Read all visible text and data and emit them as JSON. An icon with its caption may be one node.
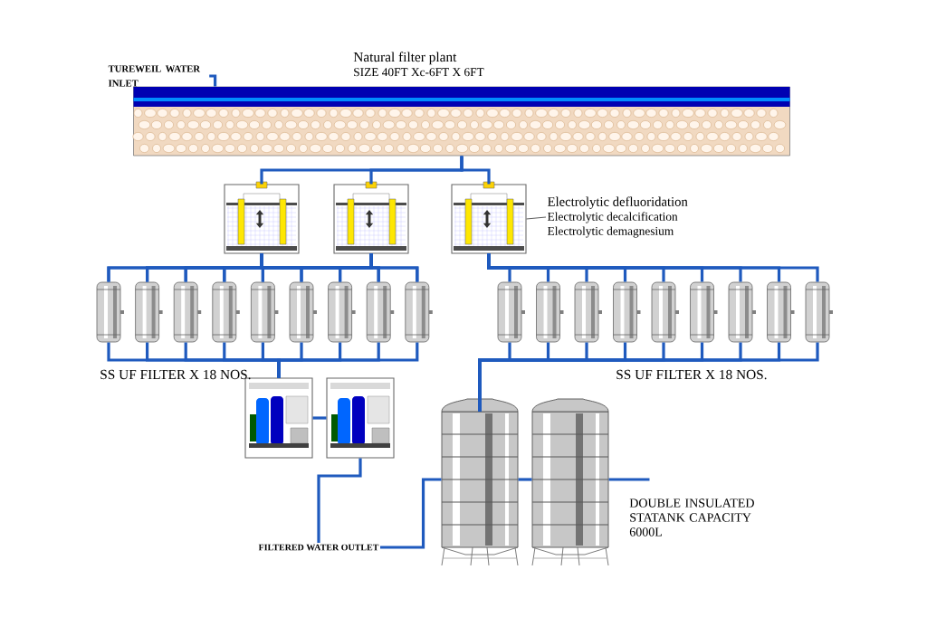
{
  "diagram": {
    "nodes": [
      {
        "text": [
          "TUREWEIL WATER INLET"
        ]
      },
      {
        "text": [
          "Natural filter plant",
          "SIZE 40FT Xc-6FT X 6FT"
        ]
      },
      {
        "text": [],
        "shape": "picture"
      },
      {
        "text": [],
        "shape": "picture"
      },
      {
        "text": [],
        "shape": "picture"
      },
      {
        "text": [
          "Electrolytic defluoridation",
          "Electrolytic decalcification",
          "Electrolytic demagnesium"
        ]
      },
      {
        "text": [],
        "shape": "cylinder"
      },
      {
        "text": [],
        "shape": "cylinder"
      },
      {
        "text": [],
        "shape": "cylinder"
      },
      {
        "text": [],
        "shape": "cylinder"
      },
      {
        "text": [],
        "shape": "cylinder"
      },
      {
        "text": [],
        "shape": "cylinder"
      },
      {
        "text": [],
        "shape": "cylinder"
      },
      {
        "text": [],
        "shape": "cylinder"
      },
      {
        "text": [],
        "shape": "cylinder"
      },
      {
        "text": [],
        "shape": "cylinder"
      },
      {
        "text": [],
        "shape": "cylinder"
      },
      {
        "text": [],
        "shape": "cylinder"
      },
      {
        "text": [],
        "shape": "cylinder"
      },
      {
        "text": [],
        "shape": "cylinder"
      },
      {
        "text": [],
        "shape": "cylinder"
      },
      {
        "text": [],
        "shape": "cylinder"
      },
      {
        "text": [],
        "shape": "cylinder"
      },
      {
        "text": [],
        "shape": "cylinder"
      },
      {
        "text": [],
        "shape": "picture"
      },
      {
        "text": [],
        "shape": "picture"
      },
      {
        "text": [],
        "shape": "cylinder"
      },
      {
        "text": [],
        "shape": "cylinder",
        "beside": [
          "DOUBLE INSULATED STATANK CAPACITY 6000L"
        ]
      },
      {
        "text": [
          "FILTERED WATER OUTLET"
        ]
      }
    ],
    "edges": [
      {
        "from": 0,
        "to": 1,
        "arrow": "none"
      },
      {
        "from": 1,
        "to": 2,
        "arrow": "none"
      },
      {
        "from": 1,
        "to": 3,
        "arrow": "none"
      },
      {
        "from": 1,
        "to": 4,
        "arrow": "none"
      },
      {
        "from": 5,
        "to": 4,
        "arrow": "none",
        "color": "#333333"
      },
      {
        "from": 2,
        "to": 6,
        "arrow": "none"
      },
      {
        "from": 2,
        "to": 7,
        "arrow": "none"
      },
      {
        "from": 2,
        "to": 8,
        "arrow": "none"
      },
      {
        "from": 2,
        "to": 9,
        "arrow": "none"
      },
      {
        "from": 2,
        "to": 10,
        "arrow": "none"
      },
      {
        "from": 2,
        "to": 11,
        "arrow": "none"
      },
      {
        "from": 2,
        "to": 12,
        "arrow": "none"
      },
      {
        "from": 2,
        "to": 13,
        "arrow": "none"
      },
      {
        "from": 2,
        "to": 14,
        "arrow": "none"
      },
      {
        "from": 3,
        "to": 6,
        "arrow": "none"
      },
      {
        "from": 3,
        "to": 7,
        "arrow": "none"
      },
      {
        "from": 3,
        "to": 8,
        "arrow": "none"
      },
      {
        "from": 3,
        "to": 9,
        "arrow": "none"
      },
      {
        "from": 3,
        "to": 10,
        "arrow": "none"
      },
      {
        "from": 3,
        "to": 11,
        "arrow": "none"
      },
      {
        "from": 3,
        "to": 12,
        "arrow": "none"
      },
      {
        "from": 3,
        "to": 13,
        "arrow": "none"
      },
      {
        "from": 3,
        "to": 14,
        "arrow": "none"
      },
      {
        "from": 4,
        "to": 15,
        "arrow": "none"
      },
      {
        "from": 4,
        "to": 16,
        "arrow": "none"
      },
      {
        "from": 4,
        "to": 17,
        "arrow": "none"
      },
      {
        "from": 4,
        "to": 18,
        "arrow": "none"
      },
      {
        "from": 4,
        "to": 19,
        "arrow": "none"
      },
      {
        "from": 4,
        "to": 20,
        "arrow": "none"
      },
      {
        "from": 4,
        "to": 21,
        "arrow": "none"
      },
      {
        "from": 4,
        "to": 22,
        "arrow": "none"
      },
      {
        "from": 4,
        "to": 23,
        "arrow": "none"
      },
      {
        "from": 6,
        "to": 24,
        "arrow": "none"
      },
      {
        "from": 7,
        "to": 24,
        "arrow": "none"
      },
      {
        "from": 8,
        "to": 24,
        "arrow": "none"
      },
      {
        "from": 9,
        "to": 24,
        "arrow": "none"
      },
      {
        "from": 10,
        "to": 24,
        "arrow": "none"
      },
      {
        "from": 11,
        "to": 24,
        "arrow": "none"
      },
      {
        "from": 12,
        "to": 24,
        "arrow": "none"
      },
      {
        "from": 13,
        "to": 24,
        "arrow": "none"
      },
      {
        "from": 14,
        "to": 24,
        "arrow": "none"
      },
      {
        "from": 24,
        "to": 25,
        "arrow": "none"
      },
      {
        "from": 15,
        "to": 26,
        "arrow": "none"
      },
      {
        "from": 16,
        "to": 26,
        "arrow": "none"
      },
      {
        "from": 17,
        "to": 26,
        "arrow": "none"
      },
      {
        "from": 18,
        "to": 26,
        "arrow": "none"
      },
      {
        "from": 19,
        "to": 26,
        "arrow": "none"
      },
      {
        "from": 20,
        "to": 26,
        "arrow": "none"
      },
      {
        "from": 21,
        "to": 26,
        "arrow": "none"
      },
      {
        "from": 22,
        "to": 26,
        "arrow": "none"
      },
      {
        "from": 23,
        "to": 26,
        "arrow": "none"
      },
      {
        "from": 26,
        "to": 27,
        "arrow": "none"
      },
      {
        "from": 25,
        "to": 28,
        "arrow": "none"
      },
      {
        "from": 26,
        "to": 28,
        "arrow": "none"
      },
      {
        "from": 27,
        "to": null,
        "arrow": "none"
      }
    ],
    "labels": [
      "SS UF FILTER X 18 NOS.",
      "SS UF FILTER X 18 NOS."
    ]
  }
}
